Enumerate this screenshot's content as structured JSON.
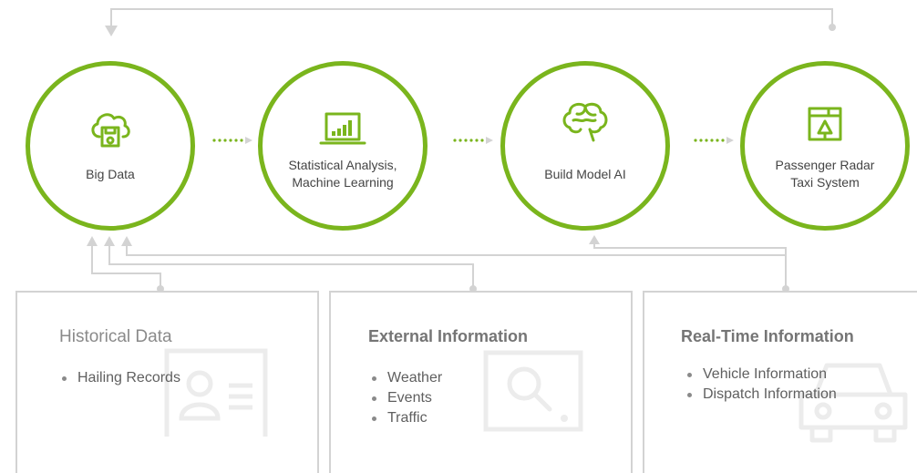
{
  "colors": {
    "accent": "#7ab51d",
    "connector": "#d3d3d3",
    "ghost_icon": "#ececec"
  },
  "nodes": [
    {
      "label": "Big Data",
      "icon": "cloud-database-icon"
    },
    {
      "label": "Statistical Analysis,\nMachine Learning",
      "icon": "laptop-chart-icon"
    },
    {
      "label": "Build Model AI",
      "icon": "brain-icon"
    },
    {
      "label": "Passenger Radar\nTaxi System",
      "icon": "taxi-app-icon"
    }
  ],
  "panels": [
    {
      "title": "Historical Data",
      "items": [
        "Hailing Records"
      ],
      "icon": "id-card-icon"
    },
    {
      "title": "External Information",
      "items": [
        "Weather",
        "Events",
        "Traffic"
      ],
      "icon": "monitor-search-icon"
    },
    {
      "title": "Real-Time Information",
      "items": [
        "Vehicle Information",
        "Dispatch Information"
      ],
      "icon": "car-icon"
    }
  ]
}
